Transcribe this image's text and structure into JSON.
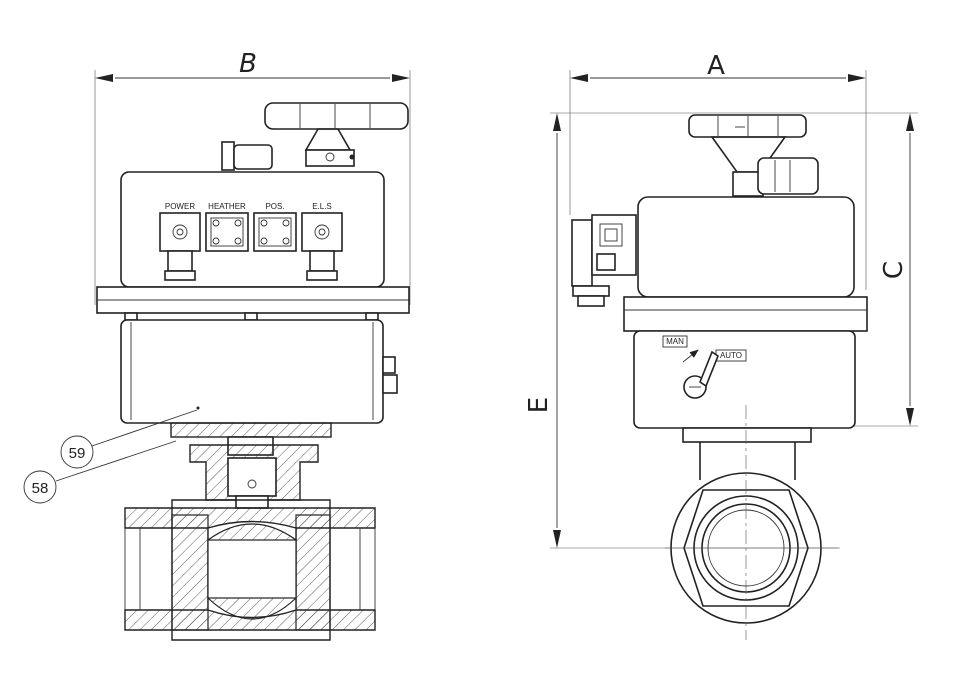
{
  "dimensions": {
    "A": "A",
    "B": "B",
    "C": "C",
    "E": "E"
  },
  "panel_labels": {
    "power": "POWER",
    "heather": "HEATHER",
    "pos": "POS.",
    "els": "E.L.S"
  },
  "mode_labels": {
    "man": "MAN",
    "auto": "AUTO"
  },
  "callouts": {
    "c59": "59",
    "c58": "58"
  },
  "colors": {
    "line": "#222222",
    "background": "#ffffff"
  }
}
